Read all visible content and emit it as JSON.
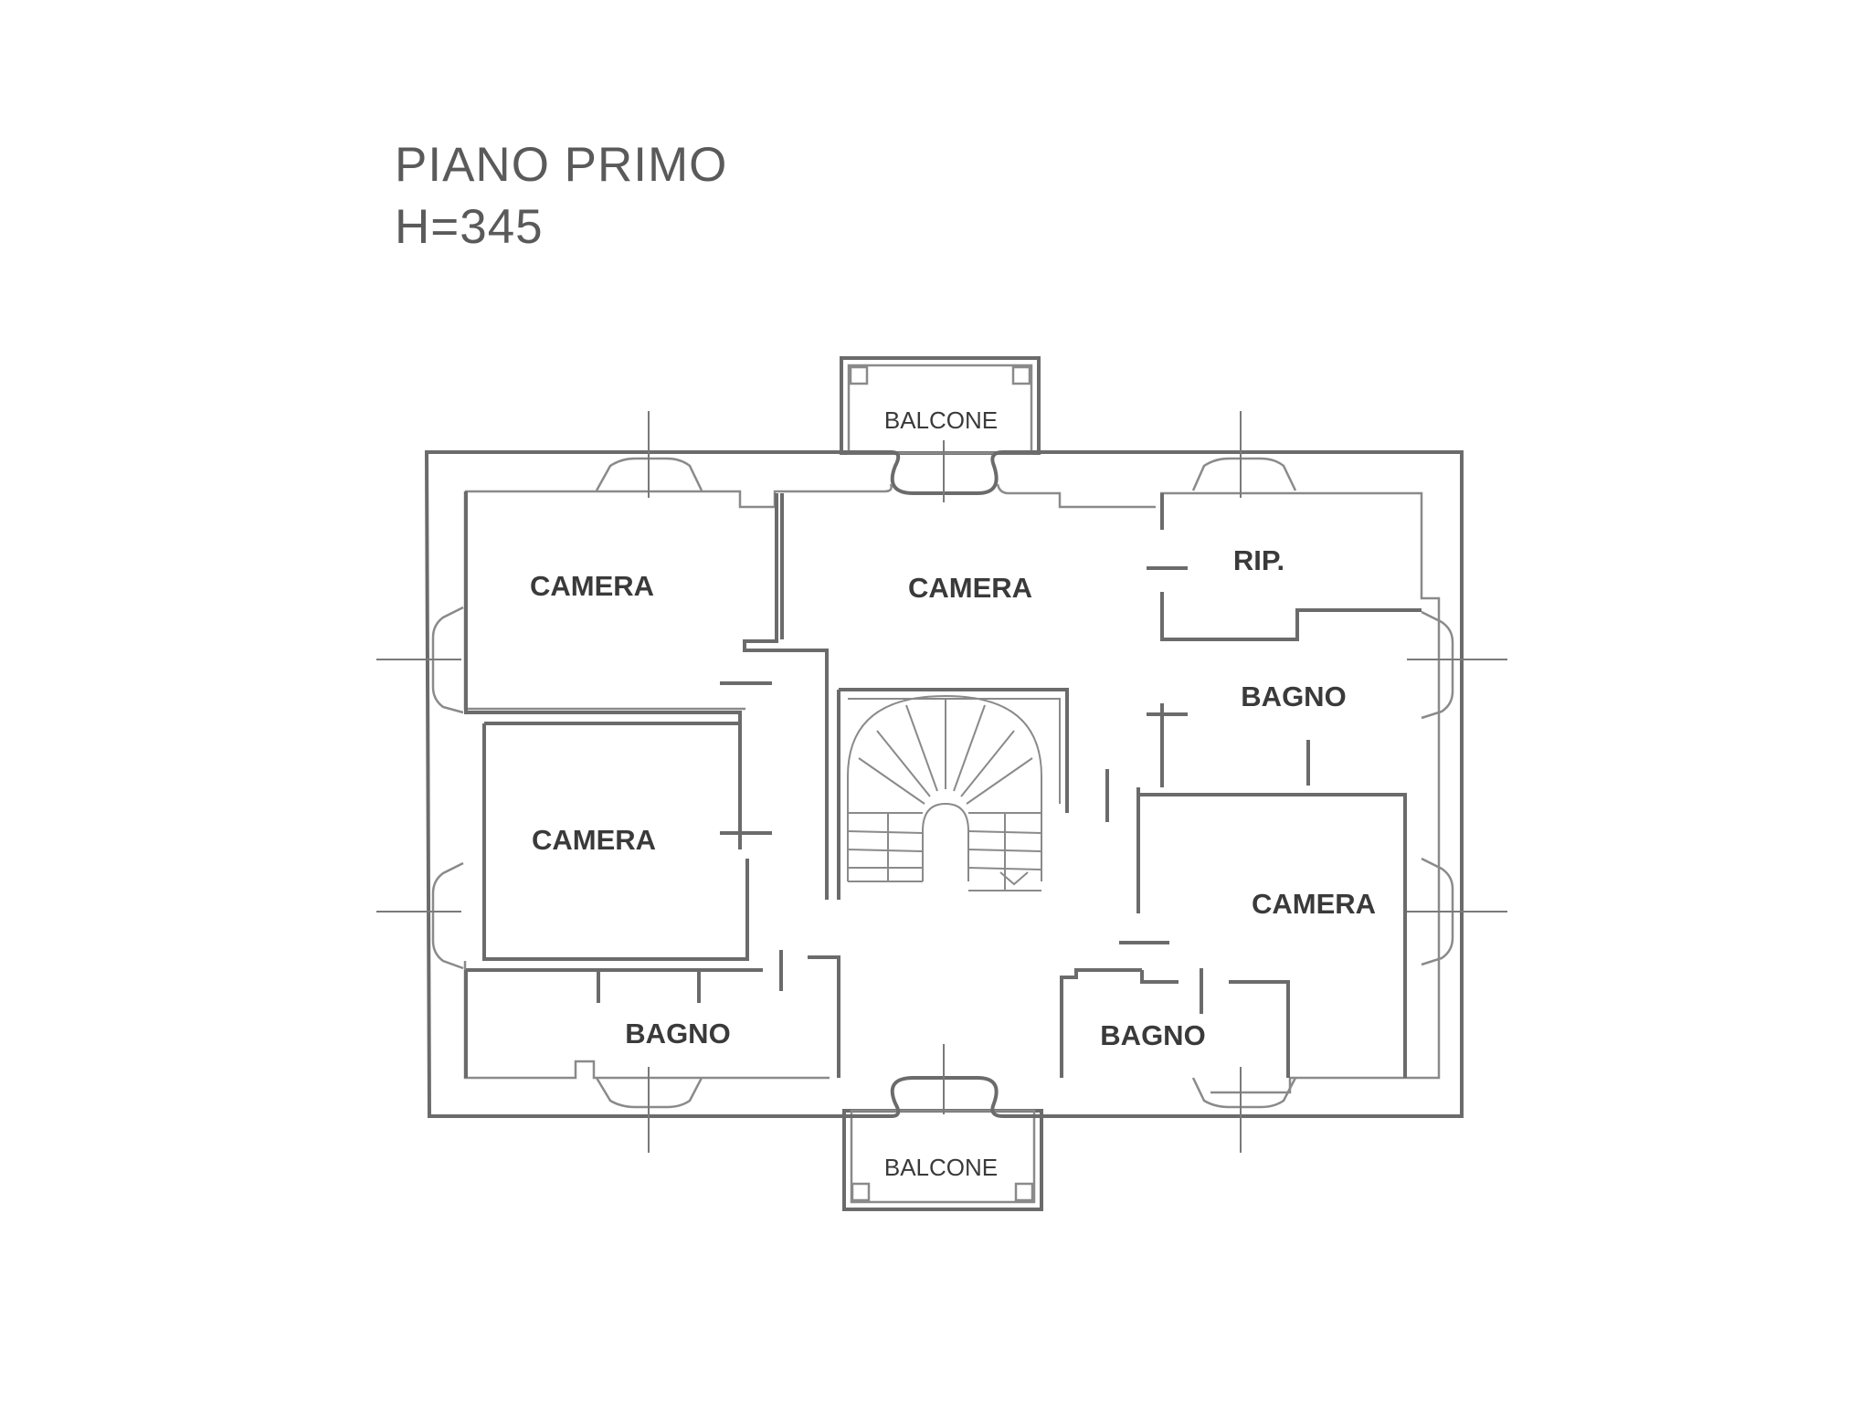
{
  "title": {
    "line1": "PIANO PRIMO",
    "line2": "H=345"
  },
  "rooms": {
    "camera_top_left": "CAMERA",
    "camera_top_center": "CAMERA",
    "ripostiglio": "RIP.",
    "bagno_right": "BAGNO",
    "camera_mid_left": "CAMERA",
    "camera_bottom_right": "CAMERA",
    "bagno_bottom_left": "BAGNO",
    "bagno_bottom_center": "BAGNO",
    "balcone_top": "BALCONE",
    "balcone_bottom": "BALCONE"
  }
}
